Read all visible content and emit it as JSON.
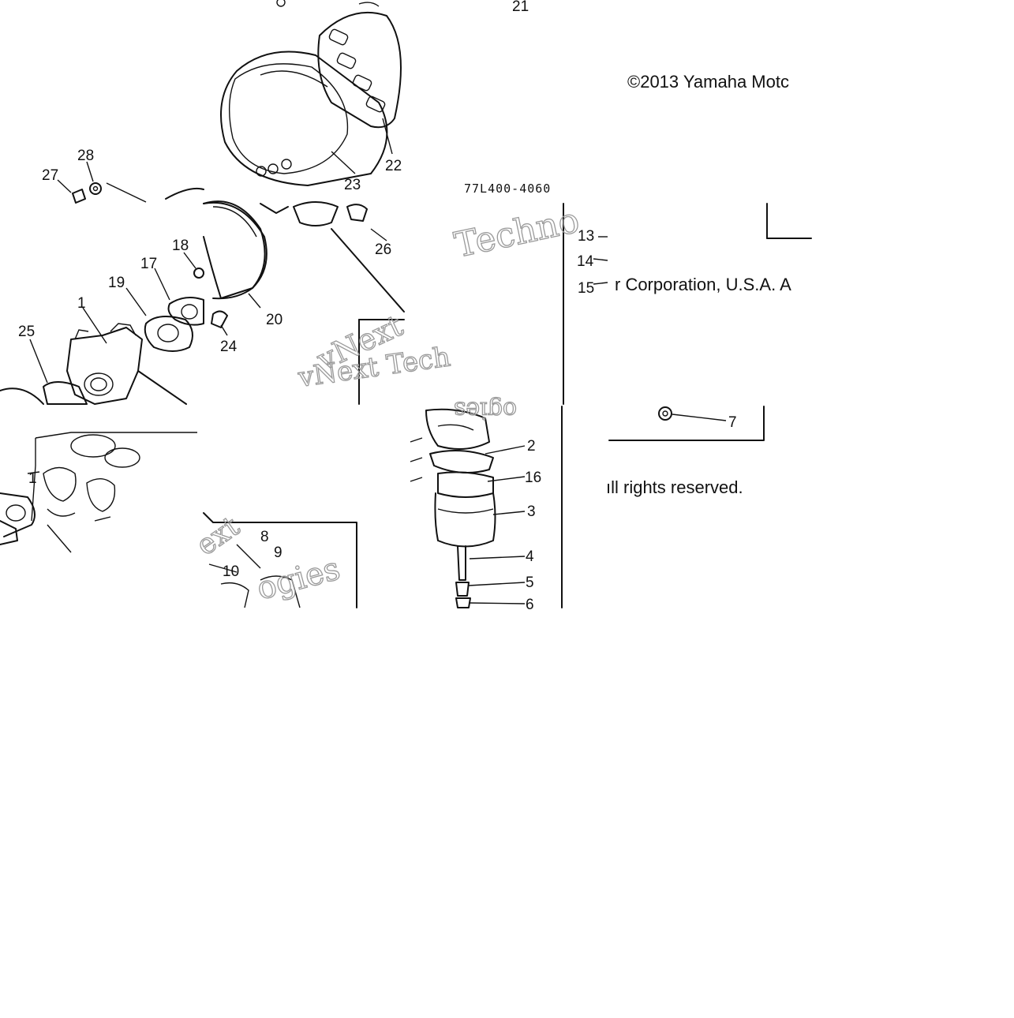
{
  "diagram": {
    "part_code": "77L400-4060",
    "copyright_line1": "©2013 Yamaha Motc",
    "copyright_line2": "r Corporation, U.S.A. A",
    "copyright_line3": "ıll rights reserved.",
    "watermarks": [
      "vNext Tech",
      "Techno",
      "vNext",
      "ogies",
      "ext",
      "ogies"
    ],
    "callouts": {
      "c1": "1",
      "c1b": "1",
      "c2": "2",
      "c3": "3",
      "c4": "4",
      "c5": "5",
      "c6": "6",
      "c7": "7",
      "c8": "8",
      "c9": "9",
      "c10": "10",
      "c13": "13",
      "c14": "14",
      "c15": "15",
      "c16": "16",
      "c17": "17",
      "c18": "18",
      "c19": "19",
      "c20": "20",
      "c21": "21",
      "c22": "22",
      "c23": "23",
      "c24": "24",
      "c25": "25",
      "c26": "26",
      "c27": "27",
      "c28": "28"
    }
  }
}
